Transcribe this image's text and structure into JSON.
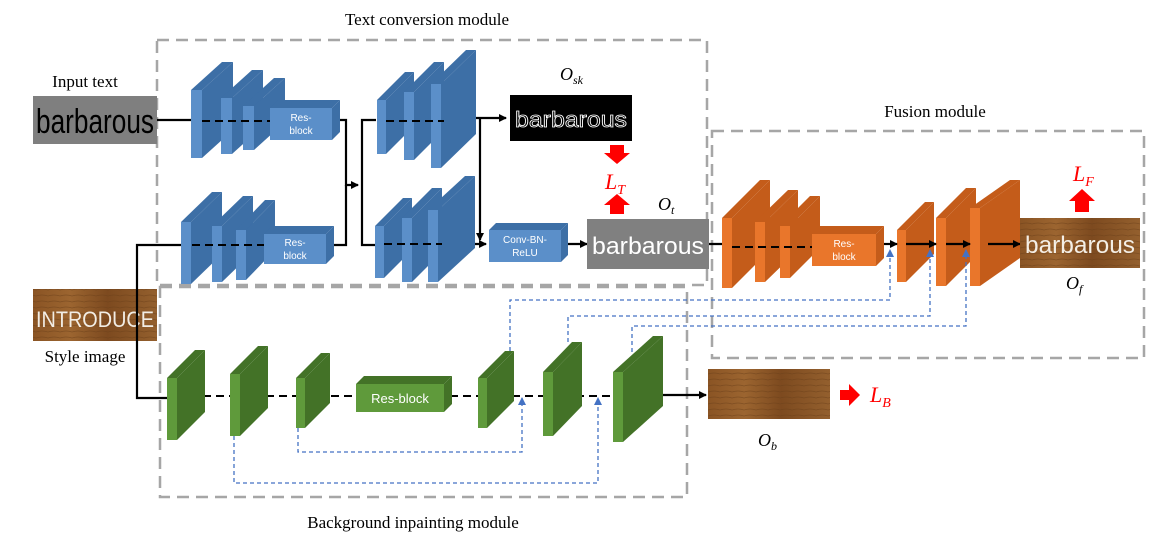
{
  "modules": {
    "text_conversion": "Text conversion module",
    "fusion": "Fusion module",
    "background_inpainting": "Background inpainting module"
  },
  "inputs": {
    "input_text_label": "Input text",
    "input_text_word": "barbarous",
    "style_image_label": "Style image",
    "style_image_word": "INTRODUCE"
  },
  "blocks": {
    "resblock_split": [
      "Res-",
      "block"
    ],
    "resblock_inline": "Res-block",
    "conv_bn_relu": [
      "Conv-BN-",
      "ReLU"
    ]
  },
  "outputs": {
    "o_sk": {
      "base": "O",
      "sub": "sk",
      "word": "barbarous"
    },
    "o_t": {
      "base": "O",
      "sub": "t",
      "word": "barbarous"
    },
    "o_f": {
      "base": "O",
      "sub": "f",
      "word": "barbarous"
    },
    "o_b": {
      "base": "O",
      "sub": "b"
    }
  },
  "losses": {
    "l_t": {
      "base": "L",
      "sub": "T"
    },
    "l_f": {
      "base": "L",
      "sub": "F"
    },
    "l_b": {
      "base": "L",
      "sub": "B"
    }
  },
  "colors": {
    "blue": "#5b8fc9",
    "blue_dark": "#3d6fa6",
    "orange": "#e9762b",
    "orange_dark": "#c45c1a",
    "green": "#5f9a3b",
    "green_dark": "#437227",
    "loss_red": "#ff0000"
  }
}
